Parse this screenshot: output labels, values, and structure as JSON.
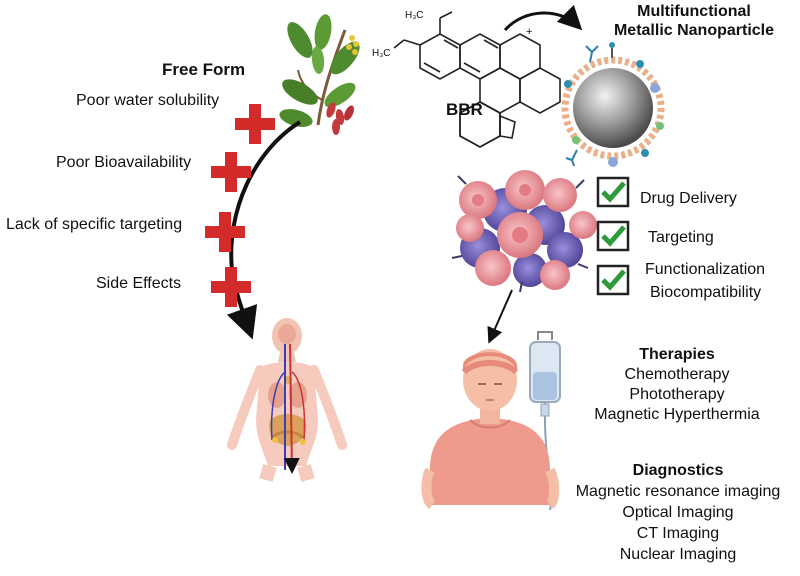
{
  "left": {
    "title": "Free Form",
    "problems": [
      "Poor water solubility",
      "Poor Bioavailability",
      "Lack of specific targeting",
      "Side Effects"
    ]
  },
  "molecule": {
    "name": "BBR",
    "methyl_label": "H₃C",
    "methyl_label_2": "H₃C",
    "cation": "+"
  },
  "nanoparticle": {
    "title_line1": "Multifunctional",
    "title_line2": "Metallic Nanoparticle",
    "advantages": [
      "Drug Delivery",
      "Targeting",
      "Functionalization",
      "Biocompatibility"
    ]
  },
  "therapies": {
    "title": "Therapies",
    "items": [
      "Chemotherapy",
      "Phototherapy",
      "Magnetic Hyperthermia"
    ]
  },
  "diagnostics": {
    "title": "Diagnostics",
    "items": [
      "Magnetic resonance imaging",
      "Optical Imaging",
      "CT Imaging",
      "Nuclear Imaging"
    ]
  },
  "colors": {
    "cross": "#d32a2a",
    "arrow": "#111111",
    "check": "#2e9a3a",
    "skin": "#f4b6a4",
    "shirt": "#ee9a8c",
    "cell_pink": "#ef9a9e",
    "cell_purple": "#6a5bb5",
    "np_core": "#8d8d8d",
    "leaf": "#4e8a2e",
    "berry": "#c4393b"
  }
}
